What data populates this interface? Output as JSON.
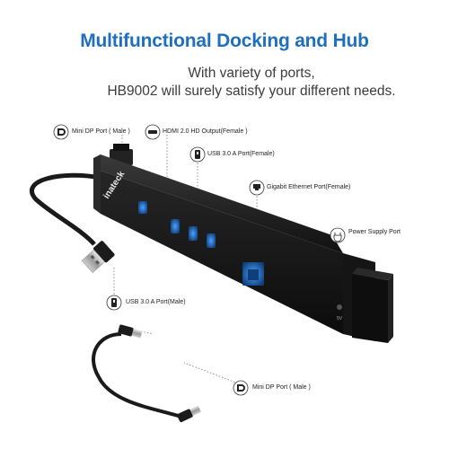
{
  "heading": "Multifunctional Docking and Hub",
  "subheading": {
    "line1": "With variety of ports,",
    "line2": "HB9002 will surely satisfy your different needs."
  },
  "brand": "inateck",
  "port_labels": {
    "mini_dp_male_top": "Mini DP Port ( Male )",
    "hdmi_output": "HDMI 2.0 HD Output(Female )",
    "usb30_female": "USB 3.0 A  Port(Female)",
    "ethernet": "Gigabit Ethernet Port(Female)",
    "power": "Power Supply Port",
    "usb30_male": "USB 3.0 A  Port(Male)",
    "mini_dp_male_bottom": "Mini DP Port ( Male )"
  },
  "power_marking": "5V",
  "icons": [
    "mini-dp-icon",
    "hdmi-icon",
    "usb-icon",
    "ethernet-icon",
    "power-icon",
    "usb-icon",
    "mini-dp-icon"
  ],
  "colors": {
    "accent": "#1f6fc1",
    "port_glow": "#2a86e8",
    "hub_body": "#1a1a1a"
  }
}
